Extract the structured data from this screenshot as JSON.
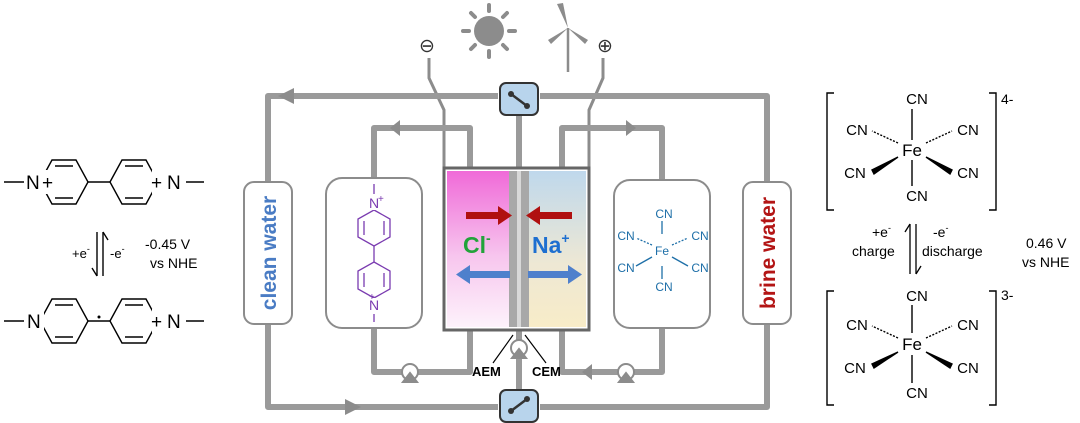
{
  "left_panel": {
    "upper_molecule": {
      "n_left": "N",
      "plus_left": "+",
      "plus_right": "+",
      "n_right": "N"
    },
    "reaction": {
      "forward": "+e",
      "forward_sup": "-",
      "reverse": "-e",
      "reverse_sup": "-",
      "potential": "-0.45 V",
      "reference": "vs NHE"
    },
    "lower_molecule": {
      "n_left": "N",
      "plus_right": "+",
      "n_right": "N"
    }
  },
  "energy": {
    "minus": "⊖",
    "plus": "⊕",
    "sun_icon": "sun-icon",
    "wind_icon": "wind-turbine-icon"
  },
  "device": {
    "clean_water": "clean water",
    "brine_water": "brine water",
    "anolyte_n_top": "N",
    "anolyte_plus_top": "+",
    "anolyte_n_bottom": "N",
    "anolyte_plus_bottom": "+",
    "cell": {
      "cl_ion": "Cl",
      "cl_charge": "-",
      "na_ion": "Na",
      "na_charge": "+",
      "aem": "AEM",
      "cem": "CEM"
    },
    "catholyte_complex": {
      "fe": "Fe",
      "cn": "CN"
    },
    "colors": {
      "pipe": "#9a9a9a",
      "frame": "#808080",
      "dark_red": "#b01010",
      "blue_arrow": "#4f80cc",
      "clean_text": "#4a7cc4",
      "brine_text": "#b31515",
      "purple": "#7a3bb0",
      "teal": "#1e6fa8",
      "green": "#22a33a",
      "switch_fill": "#b8d4ec"
    }
  },
  "right_panel": {
    "top_complex": {
      "fe": "Fe",
      "cn": "CN",
      "charge": "4-"
    },
    "reaction": {
      "forward": "+e",
      "forward_sup": "-",
      "forward_label": "charge",
      "reverse": "-e",
      "reverse_sup": "-",
      "reverse_label": "discharge",
      "potential": "0.46 V",
      "reference": "vs NHE"
    },
    "bottom_complex": {
      "fe": "Fe",
      "cn": "CN",
      "charge": "3-"
    }
  }
}
